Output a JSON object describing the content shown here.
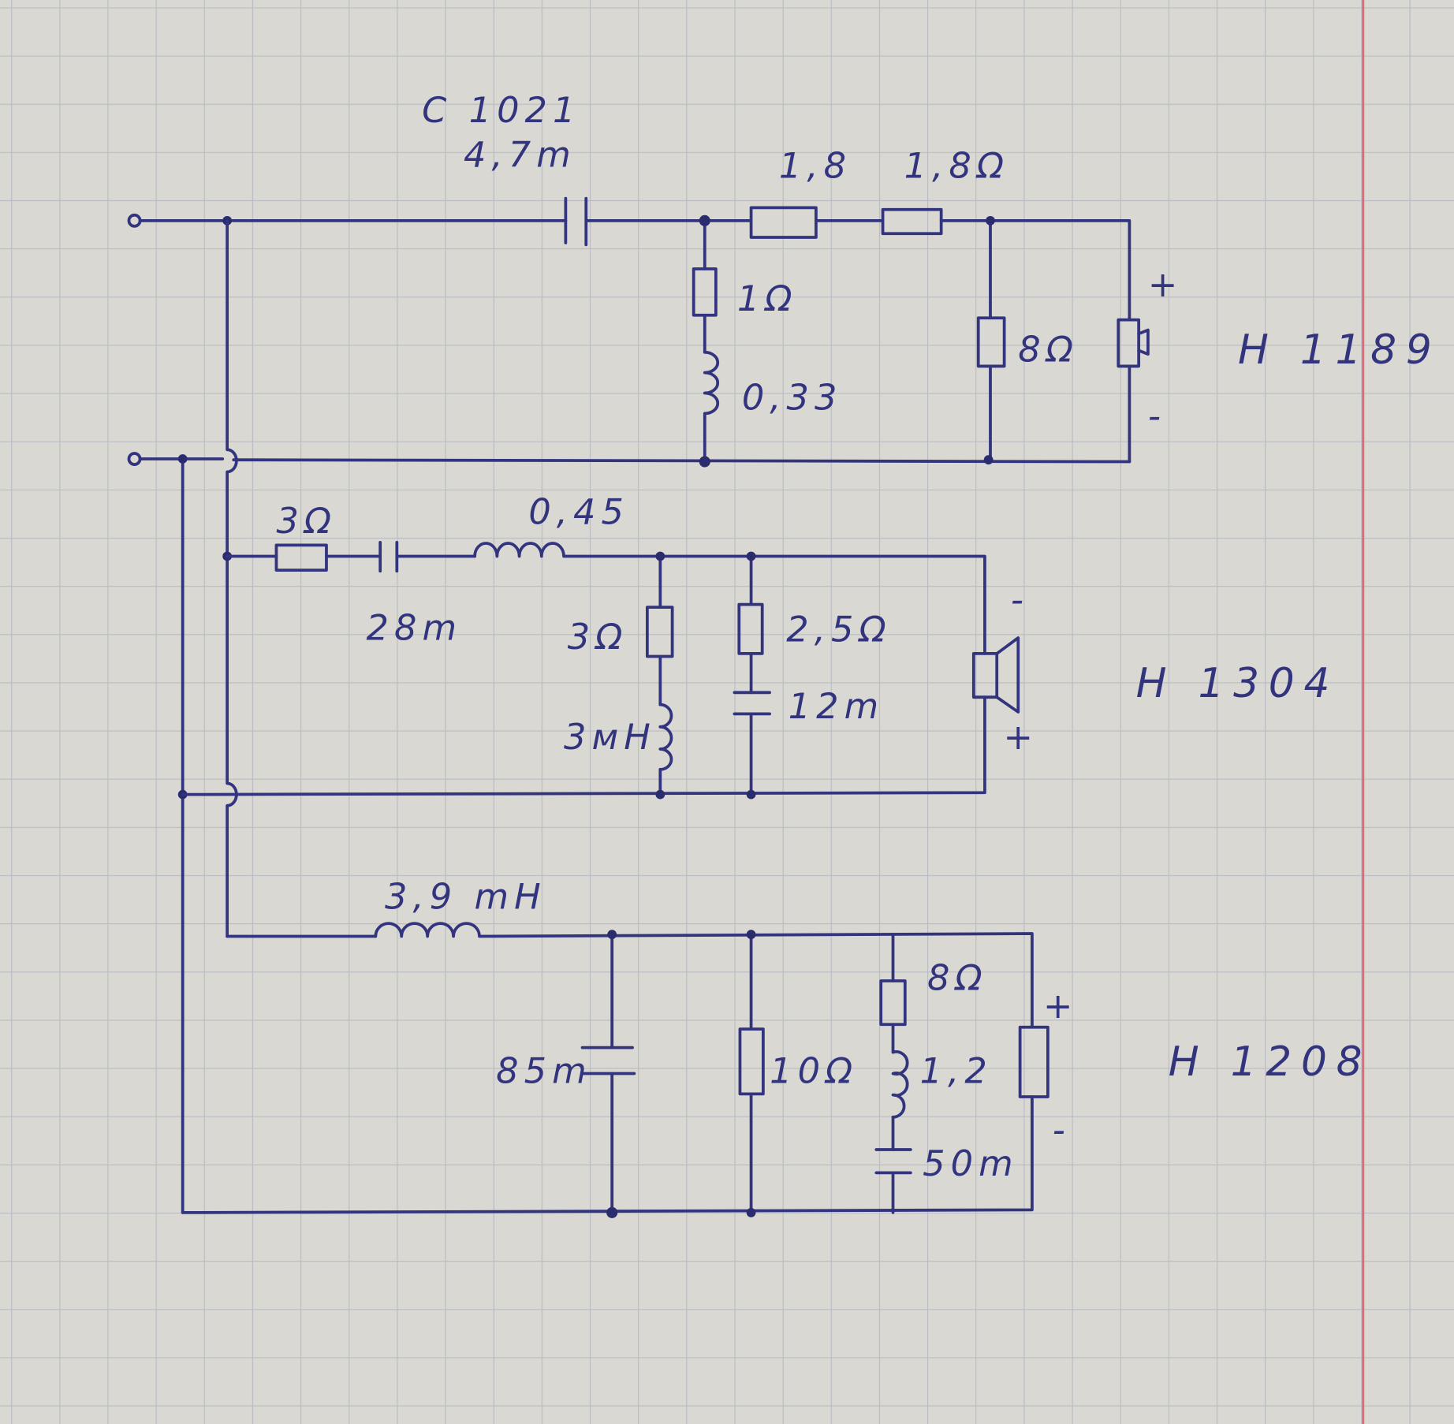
{
  "colors": {
    "ink": "#33347e",
    "paper": "#d9d8d3",
    "grid": "#b9bcc2",
    "margin": "#e06a78"
  },
  "tweeter": {
    "name": "H 1189",
    "cap_part": "C 1021",
    "cap_value": "4,7m",
    "r_series_1": "1,8",
    "r_series_2": "1,8Ω",
    "r_shunt": "1Ω",
    "l_shunt": "0,33",
    "r_load": "8Ω",
    "plus": "+",
    "minus": "-"
  },
  "midrange": {
    "name": "H 1304",
    "r_series": "3Ω",
    "cap_series": "28m",
    "l_series": "0,45",
    "r_shunt_1": "3Ω",
    "l_shunt_1": "3мH",
    "r_shunt_2": "2,5Ω",
    "cap_shunt_2": "12m",
    "plus": "+",
    "minus": "-"
  },
  "woofer": {
    "name": "H 1208",
    "l_series": "3,9 mH",
    "cap_shunt": "85m",
    "r_shunt": "10Ω",
    "r_zobel": "8Ω",
    "l_zobel": "1,2",
    "cap_zobel": "50m",
    "plus": "+",
    "minus": "-"
  }
}
